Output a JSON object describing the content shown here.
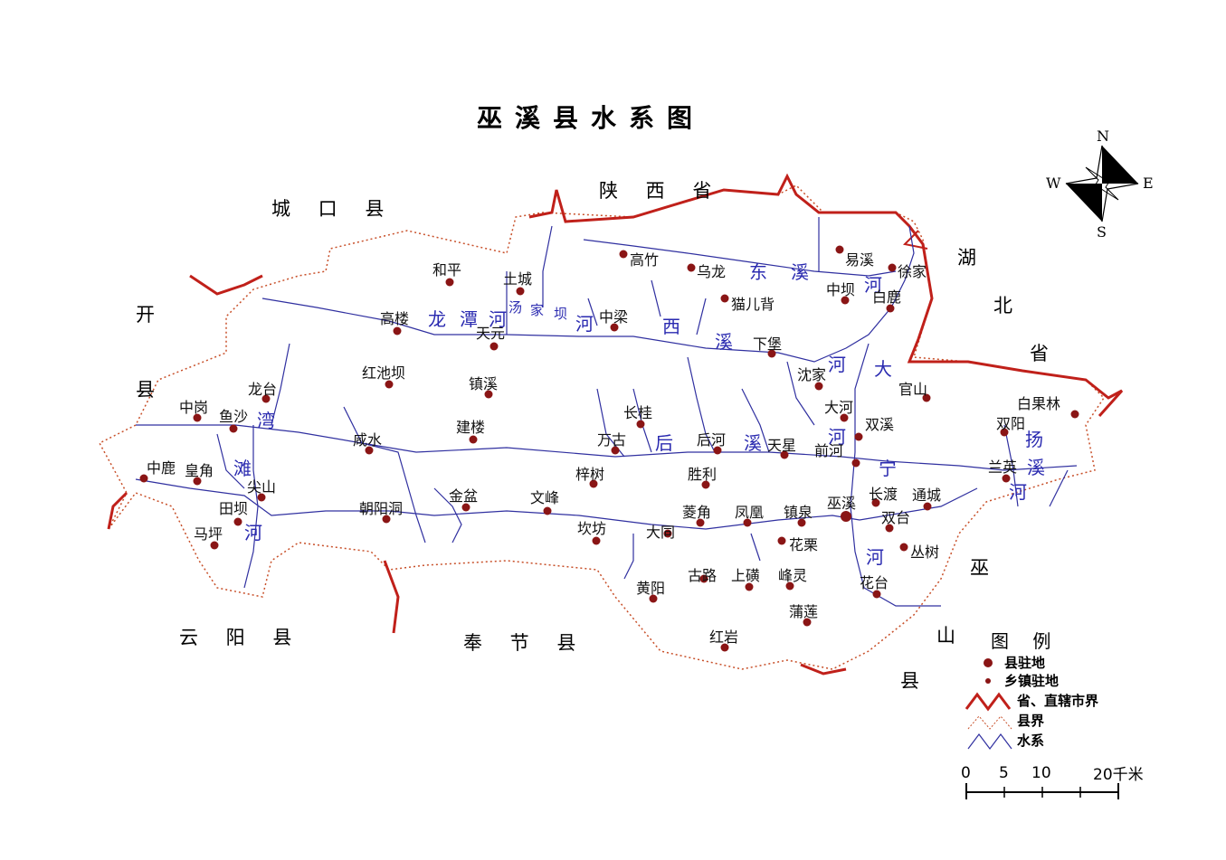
{
  "title": "巫溪县水系图",
  "colors": {
    "province_border": "#c0201a",
    "county_border": "#c8502a",
    "river": "#3030a0",
    "dot": "#8a1515",
    "label": "#2a2ab0"
  },
  "neighbors": [
    {
      "id": "chengkou",
      "text": "城 口 县"
    },
    {
      "id": "shaanxi",
      "text": "陕 西 省"
    },
    {
      "id": "hu",
      "text": "湖"
    },
    {
      "id": "bei",
      "text": "北"
    },
    {
      "id": "sheng",
      "text": "省"
    },
    {
      "id": "kai",
      "text": "开"
    },
    {
      "id": "xian_kai",
      "text": "县"
    },
    {
      "id": "yunyang",
      "text": "云 阳 县"
    },
    {
      "id": "fengjie",
      "text": "奉 节 县"
    },
    {
      "id": "shan",
      "text": "山"
    },
    {
      "id": "wu",
      "text": "巫"
    },
    {
      "id": "xian_wushan",
      "text": "县"
    }
  ],
  "towns": [
    {
      "name": "和平"
    },
    {
      "name": "土城"
    },
    {
      "name": "高竹"
    },
    {
      "name": "乌龙"
    },
    {
      "name": "易溪"
    },
    {
      "name": "徐家"
    },
    {
      "name": "中坝"
    },
    {
      "name": "白鹿"
    },
    {
      "name": "猫儿背"
    },
    {
      "name": "高楼"
    },
    {
      "name": "中梁"
    },
    {
      "name": "天元"
    },
    {
      "name": "下堡"
    },
    {
      "name": "沈家"
    },
    {
      "name": "红池坝"
    },
    {
      "name": "镇溪"
    },
    {
      "name": "官山"
    },
    {
      "name": "大河"
    },
    {
      "name": "白果林"
    },
    {
      "name": "双阳"
    },
    {
      "name": "龙台"
    },
    {
      "name": "中岗"
    },
    {
      "name": "鱼沙"
    },
    {
      "name": "长桂"
    },
    {
      "name": "双溪"
    },
    {
      "name": "咸水"
    },
    {
      "name": "建楼"
    },
    {
      "name": "万古"
    },
    {
      "name": "后河"
    },
    {
      "name": "天星"
    },
    {
      "name": "前河"
    },
    {
      "name": "兰英"
    },
    {
      "name": "中鹿"
    },
    {
      "name": "皇角"
    },
    {
      "name": "尖山"
    },
    {
      "name": "梓树"
    },
    {
      "name": "胜利"
    },
    {
      "name": "长渡"
    },
    {
      "name": "通城"
    },
    {
      "name": "田坝"
    },
    {
      "name": "金盆"
    },
    {
      "name": "文峰"
    },
    {
      "name": "朝阳洞"
    },
    {
      "name": "菱角"
    },
    {
      "name": "凤凰"
    },
    {
      "name": "镇泉"
    },
    {
      "name": "巫溪"
    },
    {
      "name": "双台"
    },
    {
      "name": "马坪"
    },
    {
      "name": "坎坊"
    },
    {
      "name": "大同"
    },
    {
      "name": "花栗"
    },
    {
      "name": "丛树"
    },
    {
      "name": "古路"
    },
    {
      "name": "上磺"
    },
    {
      "name": "峰灵"
    },
    {
      "name": "黄阳"
    },
    {
      "name": "花台"
    },
    {
      "name": "蒲莲"
    },
    {
      "name": "红岩"
    }
  ],
  "rivers": [
    {
      "text": "东"
    },
    {
      "text": "溪"
    },
    {
      "text": "河"
    },
    {
      "text": "龙"
    },
    {
      "text": "潭"
    },
    {
      "text": "河"
    },
    {
      "text": "汤"
    },
    {
      "text": "家"
    },
    {
      "text": "坝"
    },
    {
      "text": "河"
    },
    {
      "text": "西"
    },
    {
      "text": "溪"
    },
    {
      "text": "河"
    },
    {
      "text": "大"
    },
    {
      "text": "河"
    },
    {
      "text": "宁"
    },
    {
      "text": "河"
    },
    {
      "text": "湾"
    },
    {
      "text": "滩"
    },
    {
      "text": "河"
    },
    {
      "text": "后"
    },
    {
      "text": "溪"
    },
    {
      "text": "扬"
    },
    {
      "text": "溪"
    },
    {
      "text": "河"
    }
  ],
  "compass": {
    "n": "N",
    "s": "S",
    "e": "E",
    "w": "W"
  },
  "legend": {
    "title": "图 例",
    "items": [
      {
        "label": "县驻地",
        "symbol": "county-seat"
      },
      {
        "label": "乡镇驻地",
        "symbol": "township"
      },
      {
        "label": "省、直辖市界",
        "symbol": "province-border"
      },
      {
        "label": "县界",
        "symbol": "county-border"
      },
      {
        "label": "水系",
        "symbol": "river"
      }
    ]
  },
  "scale": {
    "ticks": [
      "0",
      "5",
      "10",
      "20千米"
    ]
  }
}
